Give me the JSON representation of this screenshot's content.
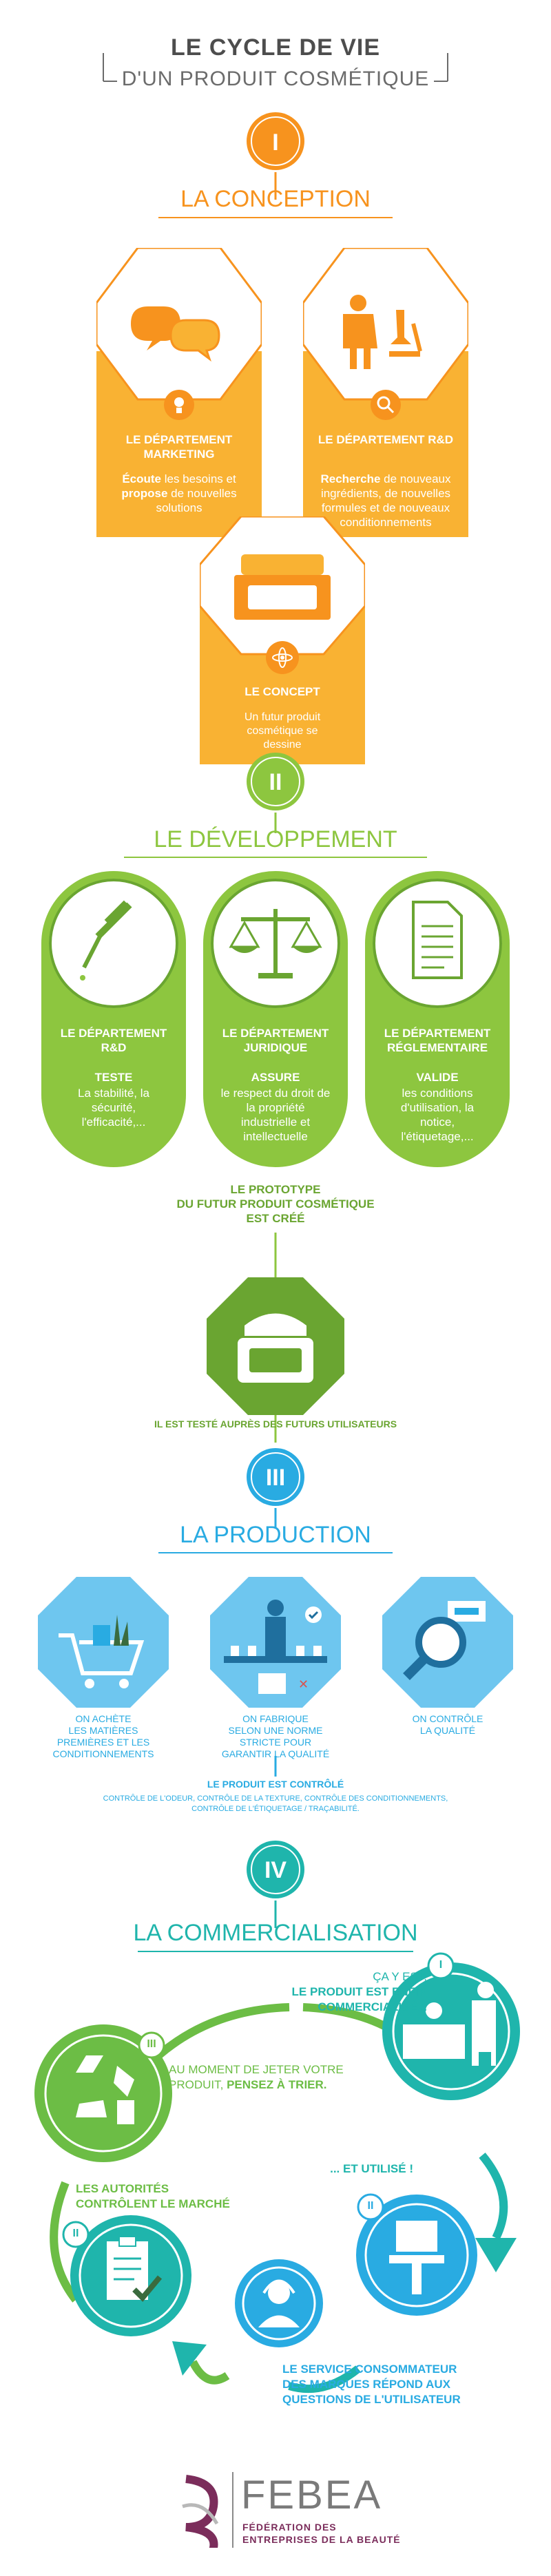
{
  "header": {
    "title_line1": "LE CYCLE DE VIE",
    "title_line2": "D'UN PRODUIT COSMÉTIQUE"
  },
  "phase1": {
    "numeral": "I",
    "title": "LA CONCEPTION",
    "marketing": {
      "dept": "LE DÉPARTEMENT MARKETING",
      "text_pre1": "",
      "verb1": "Écoute",
      "text1": " les besoins et ",
      "verb2": "propose",
      "text2": " de nouvelles solutions"
    },
    "rd": {
      "dept": "LE DÉPARTEMENT R&D",
      "verb": "Recherche",
      "text": " de nouveaux ingrédients, de nouvelles formules et de nouveaux conditionnements"
    },
    "concept": {
      "title": "LE CONCEPT",
      "text": "Un futur produit cosmétique se dessine"
    },
    "colors": {
      "orange": "#f7931e",
      "light_orange": "#f9b233"
    }
  },
  "phase2": {
    "numeral": "II",
    "title": "LE DÉVELOPPEMENT",
    "cards": [
      {
        "dept": "LE DÉPARTEMENT R&D",
        "verb": "TESTE",
        "text": "La stabilité, la sécurité, l'efficacité,..."
      },
      {
        "dept": "LE DÉPARTEMENT JURIDIQUE",
        "verb": "ASSURE",
        "text": "le respect du droit de la propriété industrielle et intellectuelle"
      },
      {
        "dept": "LE DÉPARTEMENT RÉGLEMENTAIRE",
        "verb": "VALIDE",
        "text": "les conditions d'utilisation, la notice, l'étiquetage,..."
      }
    ],
    "prototype_line1": "LE PROTOTYPE",
    "prototype_line2": "DU FUTUR PRODUIT COSMÉTIQUE",
    "prototype_line3": "EST CRÉÉ",
    "tested": "IL EST TESTÉ AUPRÈS DES FUTURS UTILISATEURS",
    "colors": {
      "green": "#8dc63f",
      "dark_green": "#6aa531"
    }
  },
  "phase3": {
    "numeral": "III",
    "title": "LA PRODUCTION",
    "buy": {
      "line1": "ON ACHÈTE",
      "line2": "LES MATIÈRES",
      "line3": "PREMIÈRES ET LES",
      "line4": "CONDITIONNEMENTS"
    },
    "make": {
      "line1": "ON FABRIQUE",
      "line2": "SELON UNE NORME",
      "line3": "STRICTE POUR",
      "line4": "GARANTIR LA QUALITÉ"
    },
    "check": {
      "line1": "ON CONTRÔLE",
      "line2": "LA QUALITÉ"
    },
    "controlled_title": "LE PRODUIT EST CONTRÔLÉ",
    "controlled_line1": "CONTRÔLE DE L'ODEUR, CONTRÔLE DE LA TEXTURE, CONTRÔLE DES CONDITIONNEMENTS,",
    "controlled_line2": "CONTRÔLE DE L'ÉTIQUETAGE / TRAÇABILITÉ.",
    "colors": {
      "blue": "#29abe2",
      "light_blue": "#6ec6ef"
    }
  },
  "phase4": {
    "numeral": "IV",
    "title": "LA COMMERCIALISATION",
    "step1": {
      "num": "I",
      "line1": "ÇA Y EST,",
      "line2": "LE PRODUIT EST ENFIN",
      "line3": "COMMERCIALISÉ..."
    },
    "step2": {
      "num": "II",
      "text": "... ET UTILISÉ !"
    },
    "service": {
      "line1": "LE SERVICE CONSOMMATEUR",
      "line2": "DES MARQUES RÉPOND AUX",
      "line3": "QUESTIONS DE L'UTILISATEUR"
    },
    "authorities": {
      "num": "II",
      "line1": "LES AUTORITÉS",
      "line2": "CONTRÔLENT LE MARCHÉ"
    },
    "recycle": {
      "num": "III",
      "line1": "AU MOMENT DE JETER VOTRE",
      "line2": "PRODUIT, ",
      "bold": "PENSEZ À TRIER."
    },
    "colors": {
      "teal": "#1fb5ac",
      "green": "#6cbd45"
    }
  },
  "footer": {
    "brand": "FEBEA",
    "line1": "FÉDÉRATION DES",
    "line2": "ENTREPRISES DE LA BEAUTÉ",
    "colors": {
      "plum": "#7b2d5b",
      "gray": "#8a8a8a"
    }
  }
}
